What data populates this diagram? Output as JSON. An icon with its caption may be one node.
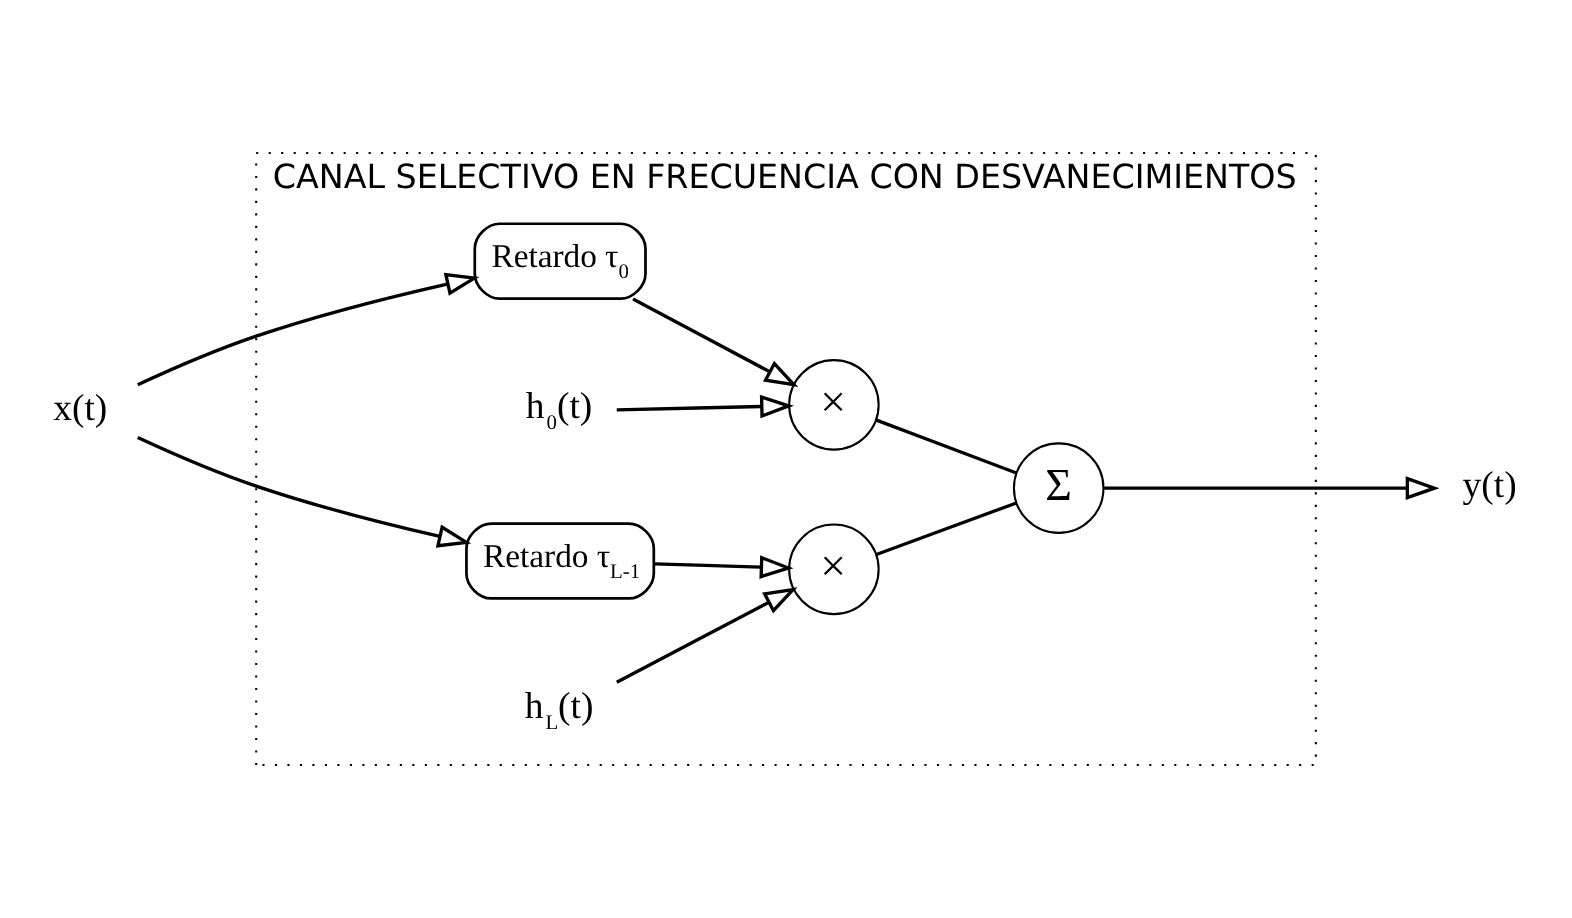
{
  "diagram": {
    "nodes": [
      {
        "text": [
          "CANAL SELECTIVO EN FRECUENCIA CON DESVANECIMIENTOS"
        ]
      },
      {
        "text": [
          "x(t)"
        ]
      },
      {
        "text": [
          "Retardo τ$_{0}$"
        ],
        "in": 0
      },
      {
        "text": [
          "Retardo τ$_{L-1}$"
        ],
        "in": 0
      },
      {
        "text": [
          "×"
        ],
        "in": 0
      },
      {
        "text": [
          "×"
        ],
        "in": 0
      },
      {
        "text": [
          "h$_{0}$(t)"
        ],
        "in": 0
      },
      {
        "text": [
          "h$_{L}$(t)"
        ],
        "in": 0
      },
      {
        "text": [
          "Σ"
        ],
        "in": 0
      },
      {
        "text": [
          "y(t)"
        ]
      }
    ],
    "edges": [
      {
        "from": 1,
        "to": 2,
        "arrow": "to"
      },
      {
        "from": 1,
        "to": 3,
        "arrow": "to"
      },
      {
        "from": 2,
        "to": 4,
        "arrow": "to"
      },
      {
        "from": 3,
        "to": 5,
        "arrow": "to"
      },
      {
        "from": 6,
        "to": 4,
        "arrow": "to"
      },
      {
        "from": 7,
        "to": 5,
        "arrow": "to"
      },
      {
        "from": 4,
        "to": 8,
        "arrow": "none"
      },
      {
        "from": 5,
        "to": 8,
        "arrow": "none"
      },
      {
        "from": 8,
        "to": 9,
        "arrow": "to"
      }
    ]
  }
}
